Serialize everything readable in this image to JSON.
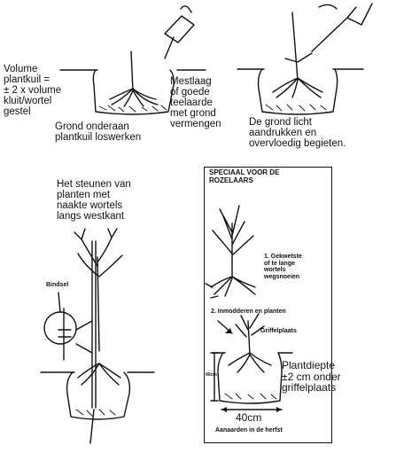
{
  "panels": {
    "step1": {
      "volume_label": "Volume\nplantkuil =\n± 2 x volume\nkluit/wortel\ngestel",
      "loosen_label": "Grond onderaan\nplantkuil loswerken",
      "manure_label": "Mestlaag\nof goede\nteelaarde\nmet grond\nvermengen"
    },
    "step2": {
      "press_label": "De grond licht\naandrukken en\novervloedig begieten."
    },
    "staking": {
      "title": "Het steunen  van\nplanten met\nnaakte wortels\nlangs westkant",
      "tie_label": "Bindsel"
    },
    "roses": {
      "header": "SPECIAAL VOOR DE\nROZELAARS",
      "step1": "1. Gekwetste\nof te lange\nwortels\nwegsnoeien",
      "step2": "2. Inmodderen en planten",
      "graft_label": "Griffelplaats",
      "depth_label": "Plantdiepte\n±2 cm onder\ngriffelplaats",
      "depth_40_label": "40cm",
      "width_label": "40cm",
      "footer": "Aanaarden in de herfst"
    }
  },
  "colors": {
    "ink": "#111111",
    "paper": "#ffffff"
  }
}
